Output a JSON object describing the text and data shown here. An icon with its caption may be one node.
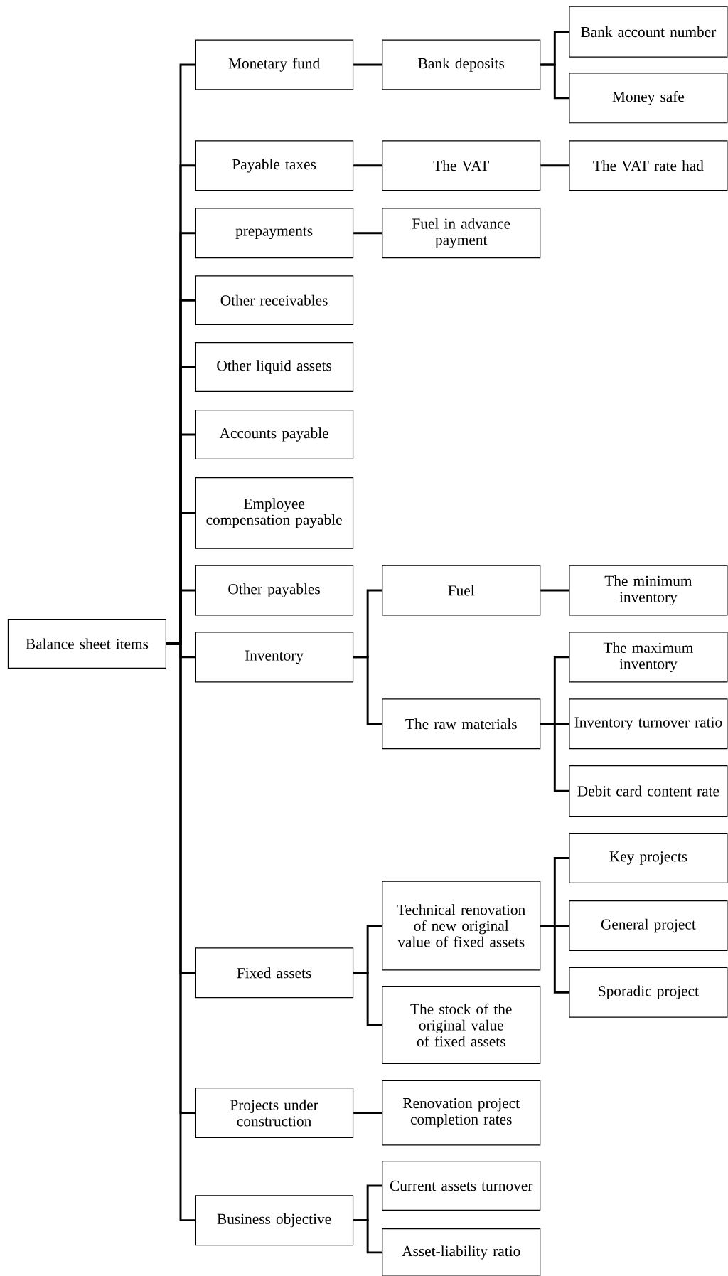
{
  "diagram": {
    "nodes": [
      {
        "text": [
          "Balance sheet items"
        ]
      },
      {
        "text": [
          "Monetary fund"
        ]
      },
      {
        "text": [
          "Bank deposits"
        ]
      },
      {
        "text": [
          "Bank account number"
        ]
      },
      {
        "text": [
          "Money safe"
        ]
      },
      {
        "text": [
          "Payable taxes"
        ]
      },
      {
        "text": [
          "The VAT"
        ]
      },
      {
        "text": [
          "The VAT rate had"
        ]
      },
      {
        "text": [
          "prepayments"
        ]
      },
      {
        "text": [
          "Fuel in advance payment"
        ]
      },
      {
        "text": [
          "Other receivables"
        ]
      },
      {
        "text": [
          "Other liquid assets"
        ]
      },
      {
        "text": [
          "Accounts payable"
        ]
      },
      {
        "text": [
          "Employee compensation payable"
        ]
      },
      {
        "text": [
          "Other payables"
        ]
      },
      {
        "text": [
          "Inventory"
        ]
      },
      {
        "text": [
          "Fuel"
        ]
      },
      {
        "text": [
          "The minimum inventory"
        ]
      },
      {
        "text": [
          "The raw materials"
        ]
      },
      {
        "text": [
          "The maximum inventory"
        ]
      },
      {
        "text": [
          "Inventory turnover ratio"
        ]
      },
      {
        "text": [
          "Debit card content rate"
        ]
      },
      {
        "text": [
          "Fixed assets"
        ]
      },
      {
        "text": [
          "Technical renovation of new original value of fixed assets"
        ]
      },
      {
        "text": [
          "Key projects"
        ]
      },
      {
        "text": [
          "General project"
        ]
      },
      {
        "text": [
          "Sporadic project"
        ]
      },
      {
        "text": [
          "The stock of the original value of fixed assets"
        ]
      },
      {
        "text": [
          "Projects under construction"
        ]
      },
      {
        "text": [
          "Renovation project completion rates"
        ]
      },
      {
        "text": [
          "Business objective"
        ]
      },
      {
        "text": [
          "Current assets turnover"
        ]
      },
      {
        "text": [
          "Asset-liability ratio"
        ]
      }
    ],
    "edges": [
      {
        "from": 0,
        "to": 1,
        "arrow": "none"
      },
      {
        "from": 1,
        "to": 2,
        "arrow": "none"
      },
      {
        "from": 2,
        "to": 3,
        "arrow": "none"
      },
      {
        "from": 2,
        "to": 4,
        "arrow": "none"
      },
      {
        "from": 0,
        "to": 5,
        "arrow": "none"
      },
      {
        "from": 5,
        "to": 6,
        "arrow": "none"
      },
      {
        "from": 6,
        "to": 7,
        "arrow": "none"
      },
      {
        "from": 0,
        "to": 8,
        "arrow": "none"
      },
      {
        "from": 8,
        "to": 9,
        "arrow": "none"
      },
      {
        "from": 0,
        "to": 10,
        "arrow": "none"
      },
      {
        "from": 0,
        "to": 11,
        "arrow": "none"
      },
      {
        "from": 0,
        "to": 12,
        "arrow": "none"
      },
      {
        "from": 0,
        "to": 13,
        "arrow": "none"
      },
      {
        "from": 0,
        "to": 14,
        "arrow": "none"
      },
      {
        "from": 0,
        "to": 15,
        "arrow": "none"
      },
      {
        "from": 15,
        "to": 16,
        "arrow": "none"
      },
      {
        "from": 16,
        "to": 17,
        "arrow": "none"
      },
      {
        "from": 15,
        "to": 18,
        "arrow": "none"
      },
      {
        "from": 18,
        "to": 19,
        "arrow": "none"
      },
      {
        "from": 18,
        "to": 20,
        "arrow": "none"
      },
      {
        "from": 18,
        "to": 21,
        "arrow": "none"
      },
      {
        "from": 0,
        "to": 22,
        "arrow": "none"
      },
      {
        "from": 22,
        "to": 23,
        "arrow": "none"
      },
      {
        "from": 23,
        "to": 24,
        "arrow": "none"
      },
      {
        "from": 23,
        "to": 25,
        "arrow": "none"
      },
      {
        "from": 23,
        "to": 26,
        "arrow": "none"
      },
      {
        "from": 22,
        "to": 27,
        "arrow": "none"
      },
      {
        "from": 0,
        "to": 28,
        "arrow": "none"
      },
      {
        "from": 28,
        "to": 29,
        "arrow": "none"
      },
      {
        "from": 0,
        "to": 30,
        "arrow": "none"
      },
      {
        "from": 30,
        "to": 31,
        "arrow": "none"
      },
      {
        "from": 30,
        "to": 32,
        "arrow": "none"
      }
    ]
  }
}
